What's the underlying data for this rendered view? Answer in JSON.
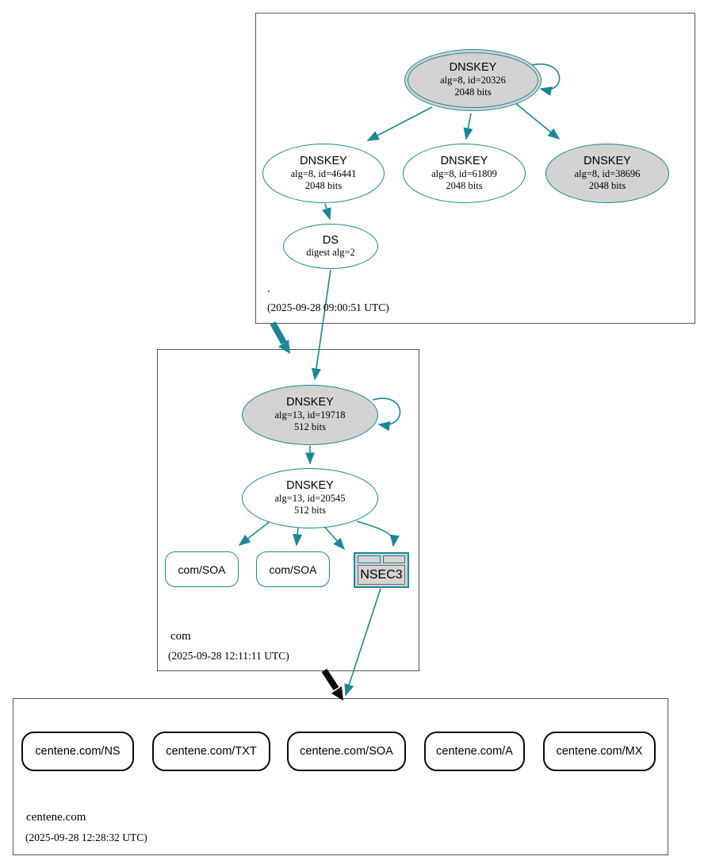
{
  "colors": {
    "edge_secure_teal": "#1a8799",
    "node_fill_gray": "#d3d3d3",
    "node_fill_white": "#ffffff",
    "zone_box_border": "#575757",
    "insecure_black": "#0b0b0b"
  },
  "zones": [
    {
      "name": ".",
      "timestamp": "(2025-09-28 09:00:51 UTC)",
      "nodes": {
        "ksk20326": {
          "title": "DNSKEY",
          "detail1": "alg=8, id=20326",
          "detail2": "2048 bits"
        },
        "zsk46441": {
          "title": "DNSKEY",
          "detail1": "alg=8, id=46441",
          "detail2": "2048 bits"
        },
        "zsk61809": {
          "title": "DNSKEY",
          "detail1": "alg=8, id=61809",
          "detail2": "2048 bits"
        },
        "ksk38696": {
          "title": "DNSKEY",
          "detail1": "alg=8, id=38696",
          "detail2": "2048 bits"
        },
        "ds": {
          "title": "DS",
          "detail1": "digest alg=2"
        }
      }
    },
    {
      "name": "com",
      "timestamp": "(2025-09-28 12:11:11 UTC)",
      "nodes": {
        "ksk19718": {
          "title": "DNSKEY",
          "detail1": "alg=13, id=19718",
          "detail2": "512 bits"
        },
        "zsk20545": {
          "title": "DNSKEY",
          "detail1": "alg=13, id=20545",
          "detail2": "512 bits"
        },
        "soa1": {
          "label": "com/SOA"
        },
        "soa2": {
          "label": "com/SOA"
        },
        "nsec3": {
          "label": "NSEC3"
        }
      }
    },
    {
      "name": "centene.com",
      "timestamp": "(2025-09-28 12:28:32 UTC)",
      "rrsets": [
        {
          "label": "centene.com/NS"
        },
        {
          "label": "centene.com/TXT"
        },
        {
          "label": "centene.com/SOA"
        },
        {
          "label": "centene.com/A"
        },
        {
          "label": "centene.com/MX"
        }
      ]
    }
  ]
}
